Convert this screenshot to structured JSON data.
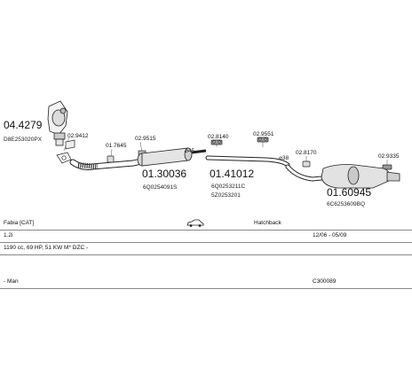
{
  "parts": {
    "p1": {
      "number": "04.4279",
      "ref": "D8E253020PX"
    },
    "p2": {
      "number": "02.9412"
    },
    "p3": {
      "number": "01.7645"
    },
    "p4": {
      "number": "02.9515"
    },
    "p5": {
      "number": "01.30036",
      "ref": "6Q0254091S"
    },
    "p6": {
      "number": "02.8140"
    },
    "p7": {
      "number": "02.9551"
    },
    "p8": {
      "number": "01.41012",
      "ref1": "6Q0253211C",
      "ref2": "5Z0253201"
    },
    "p9": {
      "number": "02.8170"
    },
    "p10": {
      "number": "02.9335"
    },
    "p11": {
      "number": "01.60945",
      "ref": "6C6253609BQ"
    }
  },
  "dimensions": {
    "d45": "⌀45",
    "d38": "⌀38"
  },
  "vehicle": {
    "model": "Fabia  [CAT]",
    "body": "Hatchback",
    "engine": "1.2i",
    "period": "12/06 - 05/09",
    "spec": "1190 cc, 69 HP, 51 KW  M* DZC -",
    "gearbox": "- Man",
    "code": "C300089"
  }
}
